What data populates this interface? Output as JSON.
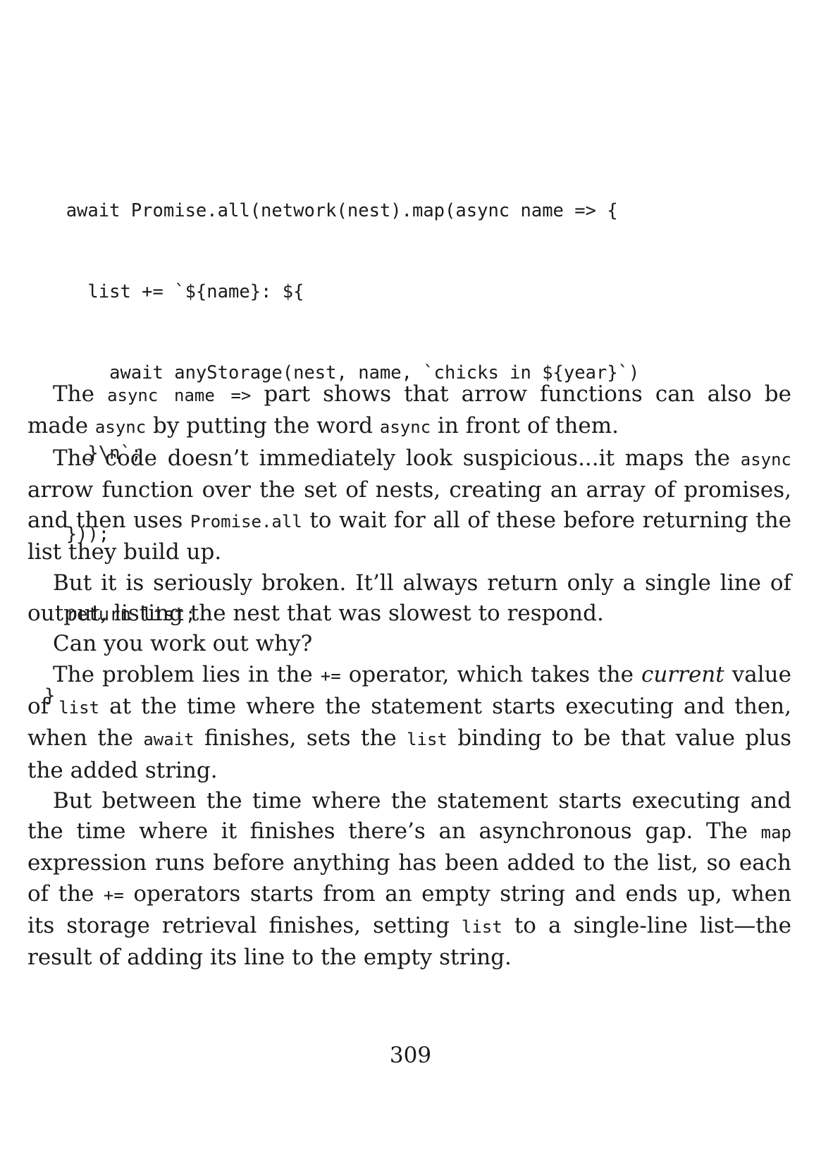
{
  "code": {
    "lines": [
      "  await Promise.all(network(nest).map(async name => {",
      "    list += `${name}: ${",
      "      await anyStorage(nest, name, `chicks in ${year}`)",
      "    }\\n`;",
      "  }));",
      "  return list;",
      "}"
    ]
  },
  "paragraphs": {
    "p1": {
      "t1": "The ",
      "c1": "async name =>",
      "t2": " part shows that arrow functions can also be made ",
      "c2": "async",
      "t3": " by putting the word ",
      "c3": "async",
      "t4": " in front of them."
    },
    "p2": {
      "t1": "The code doesn’t immediately look suspicious...it maps the ",
      "c1": "async",
      "t2": " arrow function over the set of nests, creating an array of promises, and then uses ",
      "c2": "Promise.all",
      "t3": " to wait for all of these before returning the list they build up."
    },
    "p3": {
      "t1": "But it is seriously broken. It’ll always return only a single line of output, listing the nest that was slowest to respond."
    },
    "p4": {
      "t1": "Can you work out why?"
    },
    "p5": {
      "t1": "The problem lies in the ",
      "c1": "+=",
      "t2": " operator, which takes the ",
      "e1": "current",
      "t3": " value of ",
      "c2": "list",
      "t4": " at the time where the statement starts executing and then, when the ",
      "c3": "await",
      "t5": " finishes, sets the ",
      "c4": "list",
      "t6": " binding to be that value plus the added string."
    },
    "p6": {
      "t1": "But between the time where the statement starts executing and the time where it finishes there’s an asynchronous gap. The ",
      "c1": "map",
      "t2": " expression runs before anything has been added to the list, so each of the ",
      "c2": "+=",
      "t3": " opera­tors starts from an empty string and ends up, when its storage retrieval finishes, setting ",
      "c3": "list",
      "t4": " to a single-line list—the result of adding its line to the empty string."
    }
  },
  "page_number": "309"
}
